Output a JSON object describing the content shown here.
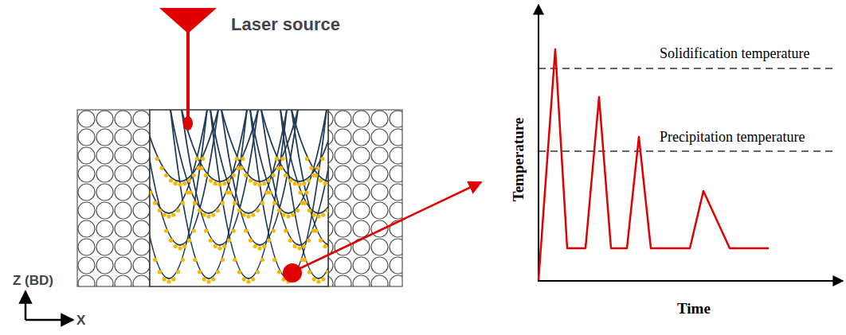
{
  "diagram": {
    "labels": [
      "Laser source",
      "Z (BD)",
      "X",
      "Temperature",
      "Time",
      "Solidification temperature",
      "Precipitation temperature"
    ]
  }
}
